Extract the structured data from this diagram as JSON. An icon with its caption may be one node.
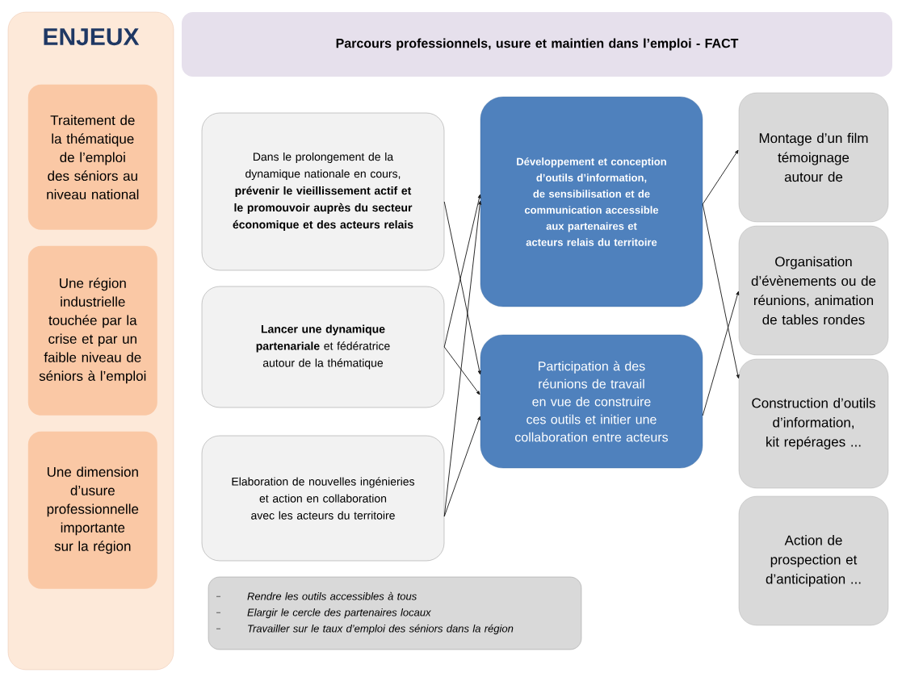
{
  "diagram": {
    "nodes": [
      {
        "text": [
          "ENJEUX"
        ]
      },
      {
        "text": [
          "Traitement de la thématique de l’emploi des séniors au niveau national"
        ],
        "in": 0
      },
      {
        "text": [
          "Une région industrielle touchée par la crise et par un faible niveau de séniors à l’emploi"
        ],
        "in": 0
      },
      {
        "text": [
          "Une dimension d’usure professionnelle importante sur la région"
        ],
        "in": 0
      },
      {
        "text": [
          "Parcours professionnels, usure et maintien dans l’emploi - FACT"
        ]
      },
      {
        "text": [
          "Dans le prolongement de la dynamique nationale en cours, **prévenir le vieillissement actif et le promouvoir auprès du secteur économique et des acteurs relais**"
        ]
      },
      {
        "text": [
          "**Lancer une dynamique partenariale** et fédératrice autour de la thématique"
        ]
      },
      {
        "text": [
          "Elaboration de nouvelles ingénieries et action en collaboration avec les acteurs du territoire"
        ]
      },
      {
        "text": [
          "Développement et conception d’outils d’information, de sensibilisation et de communication accessible aux partenaires et acteurs relais du territoire"
        ]
      },
      {
        "text": [
          "Participation à des réunions de travail en vue de construire ces outils et initier une collaboration entre acteurs"
        ]
      },
      {
        "text": [
          "Montage d’un film témoignage autour de"
        ]
      },
      {
        "text": [
          "Organisation d’évènements ou de réunions, animation de tables rondes"
        ]
      },
      {
        "text": [
          "Construction d’outils d’information, kit repérages ..."
        ]
      },
      {
        "text": [
          "Action de prospection et d’anticipation ..."
        ]
      },
      {
        "text": [
          "Rendre les outils accessibles à tous",
          "Elargir le cercle des partenaires locaux",
          "Travailler sur le taux d’emploi des séniors dans la région"
        ]
      }
    ],
    "edges": [
      {
        "from": 5,
        "to": 9,
        "arrow": "to"
      },
      {
        "from": 6,
        "to": 8,
        "arrow": "to"
      },
      {
        "from": 6,
        "to": 9,
        "arrow": "to"
      },
      {
        "from": 7,
        "to": 8,
        "arrow": "to"
      },
      {
        "from": 7,
        "to": 9,
        "arrow": "to"
      },
      {
        "from": 8,
        "to": 10,
        "arrow": "to"
      },
      {
        "from": 8,
        "to": 12,
        "arrow": "to"
      },
      {
        "from": 9,
        "to": 11,
        "arrow": "to"
      }
    ]
  }
}
